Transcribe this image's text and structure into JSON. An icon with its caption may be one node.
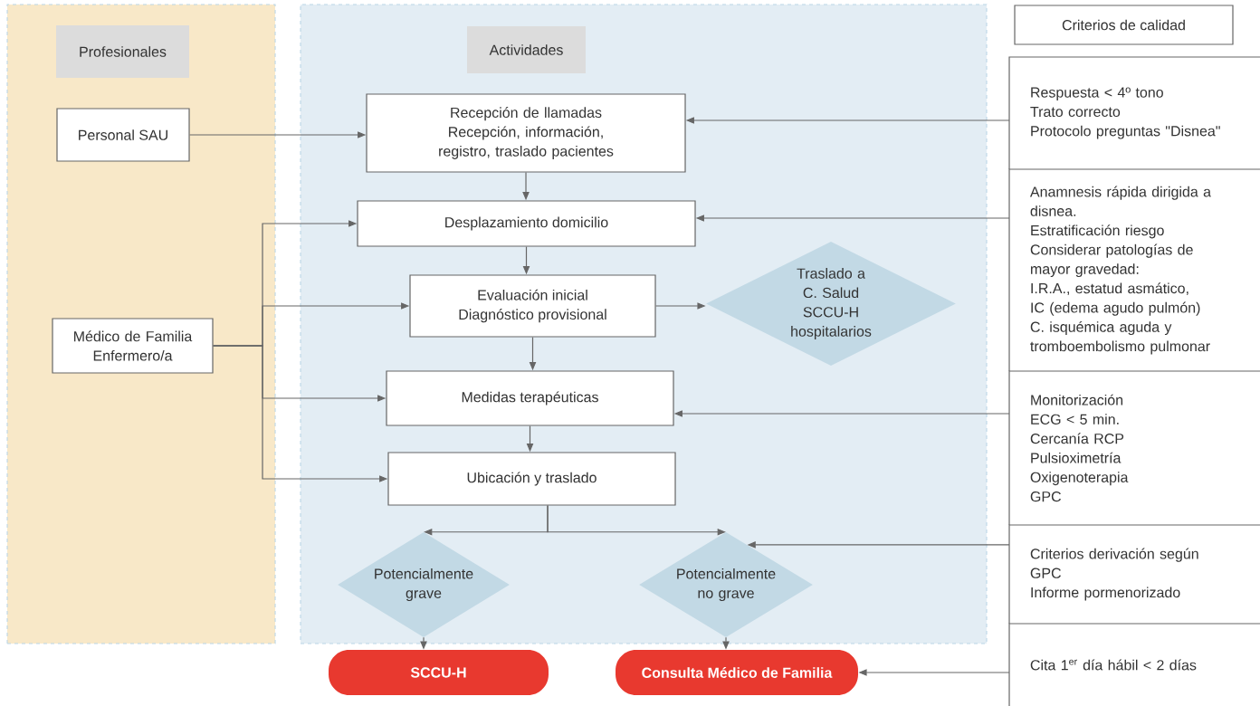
{
  "diagram": {
    "nodes": [
      {
        "text": [
          "Profesionales"
        ]
      },
      {
        "text": [
          "Actividades"
        ]
      },
      {
        "text": [
          "Personal SAU"
        ],
        "in": 0
      },
      {
        "text": [
          "Médico de Familia Enfermero/a"
        ],
        "in": 0
      },
      {
        "text": [
          "Recepción de llamadas",
          "Recepción, información, registro, traslado pacientes"
        ],
        "in": 1
      },
      {
        "text": [
          "Desplazamiento domicilio"
        ],
        "in": 1
      },
      {
        "text": [
          "Evaluación inicial",
          "Diagnóstico provisional"
        ],
        "in": 1
      },
      {
        "text": [
          "Traslado a C. Salud SCCU-H hospitalarios"
        ],
        "in": 1
      },
      {
        "text": [
          "Medidas terapéuticas"
        ],
        "in": 1
      },
      {
        "text": [
          "Ubicación y traslado"
        ],
        "in": 1
      },
      {
        "text": [
          "Potencialmente grave"
        ],
        "in": 1
      },
      {
        "text": [
          "Potencialmente no grave"
        ],
        "in": 1
      },
      {
        "text": [
          "SCCU-H"
        ]
      },
      {
        "text": [
          "Consulta Médico de Familia"
        ]
      },
      {
        "text": [
          "Criterios de calidad"
        ]
      },
      {
        "text": [
          "Respuesta < 4º tono",
          "Trato correcto",
          "Protocolo preguntas \"Disnea\""
        ]
      },
      {
        "text": [
          "Anamnesis rápida dirigida a disnea.",
          "Estratificación riesgo",
          "Considerar patologías de mayor gravedad:",
          "I.R.A., estatud asmático,",
          "IC (edema agudo pulmón)",
          "C. isquémica aguda y tromboembolismo pulmonar"
        ]
      },
      {
        "text": [
          "Monitorización",
          "ECG < 5 min.",
          "Cercanía RCP",
          "Pulsioximetría",
          "Oxigenoterapia",
          "GPC"
        ]
      },
      {
        "text": [
          "Criterios derivación según GPC",
          "Informe pormenorizado"
        ]
      },
      {
        "text": [
          "Cita 1$^{er}$ día hábil < 2 días"
        ]
      }
    ],
    "edges": [
      {
        "from": 2,
        "to": 4,
        "arrow": "to"
      },
      {
        "from": 3,
        "to": 5,
        "arrow": "to"
      },
      {
        "from": 3,
        "to": 6,
        "arrow": "to"
      },
      {
        "from": 3,
        "to": 8,
        "arrow": "to"
      },
      {
        "from": 3,
        "to": 9,
        "arrow": "to"
      },
      {
        "from": 4,
        "to": 5,
        "arrow": "to"
      },
      {
        "from": 5,
        "to": 6,
        "arrow": "to"
      },
      {
        "from": 6,
        "to": 8,
        "arrow": "to"
      },
      {
        "from": 8,
        "to": 9,
        "arrow": "to"
      },
      {
        "from": 6,
        "to": 7,
        "arrow": "to"
      },
      {
        "from": 9,
        "to": 10,
        "arrow": "to"
      },
      {
        "from": 9,
        "to": 11,
        "arrow": "to"
      },
      {
        "from": 10,
        "to": 12,
        "arrow": "to"
      },
      {
        "from": 11,
        "to": 13,
        "arrow": "to"
      },
      {
        "from": 15,
        "to": 4,
        "arrow": "to"
      },
      {
        "from": 16,
        "to": 5,
        "arrow": "to"
      },
      {
        "from": 17,
        "to": 8,
        "arrow": "to"
      },
      {
        "from": 18,
        "to": 11,
        "arrow": "to"
      },
      {
        "from": 19,
        "to": 13,
        "arrow": "to"
      }
    ]
  }
}
